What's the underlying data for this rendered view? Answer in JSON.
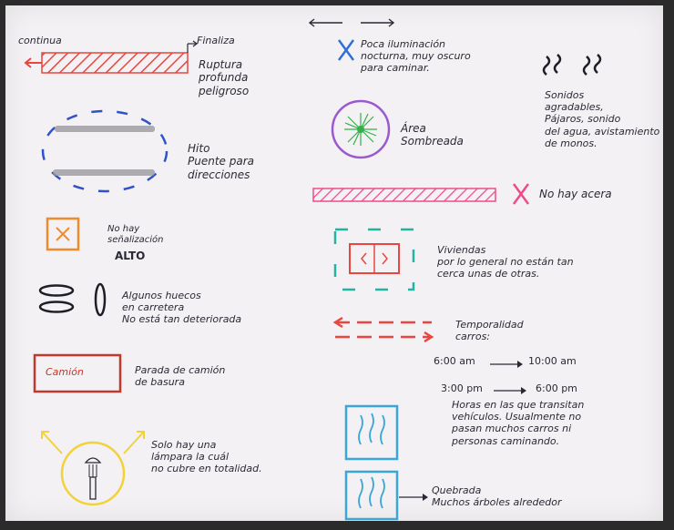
{
  "colors": {
    "paper": "#f3f1f4",
    "ink": "#2a2a35",
    "red": "#e8463f",
    "pink": "#ef4a8a",
    "blue": "#2f6fd6",
    "orange": "#f08a2a",
    "purple": "#9b59d0",
    "green": "#34b04a",
    "teal": "#23b3a3",
    "yellow": "#f2d23a",
    "cyan": "#3aa7d8"
  },
  "icons": {
    "arrows_top": "double-arrow-icon",
    "rupture": "red-hatched-bar-icon",
    "hito": "dashed-oval-icon",
    "no_signage": "orange-x-box-icon",
    "holes": "pothole-ovals-icon",
    "truck_stop": "truck-box-icon",
    "lamp": "street-lamp-icon",
    "low_light": "blue-x-icon",
    "shade": "shaded-circle-icon",
    "sounds": "sound-wave-icon",
    "no_sidewalk": "pink-hatched-bar-icon",
    "houses": "dashed-house-icon",
    "traffic": "dashed-arrow-icon",
    "creek": "creek-lines-icon"
  },
  "legend": {
    "continua": "continua",
    "finaliza": "Finaliza",
    "ruptura": "Ruptura\nprofunda\npeligroso",
    "hito": "Hito\nPuente para\ndirecciones",
    "no_hay_senalizacion": "No hay\nseñalización",
    "alto": "ALTO",
    "huecos": "Algunos huecos\nen carretera\nNo está tan deteriorada",
    "camion_label": "Camión",
    "camion_text": "Parada de camión\nde basura",
    "lampara": "Solo hay una\nlámpara la cuál\nno cubre en totalidad.",
    "iluminacion": "Poca iluminación\nnocturna, muy oscuro\npara caminar.",
    "sombreada": "Área\nSombreada",
    "sonidos": "Sonidos\nagradables,\nPájaros, sonido\ndel agua, avistamiento\nde monos.",
    "acera": "No hay acera",
    "viviendas": "Viviendas\npor lo general no están tan\ncerca unas de otras.",
    "temporalidad": "Temporalidad\ncarros:",
    "time_1_start": "6:00 am",
    "time_1_end": "10:00 am",
    "time_2_start": "3:00 pm",
    "time_2_end": "6:00 pm",
    "horas": "Horas en las que transitan\nvehículos. Usualmente no\npasan muchos carros ni\npersonas caminando.",
    "quebrada": "Quebrada\nMuchos árboles alrededor"
  }
}
